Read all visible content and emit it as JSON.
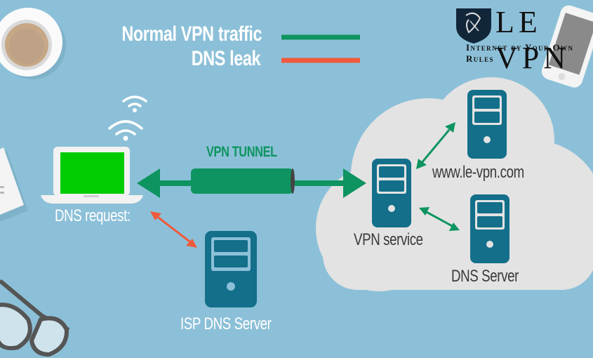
{
  "brand": {
    "name": "LE VPN",
    "tagline": "Internet by Your Own Rules"
  },
  "legend": {
    "items": [
      {
        "label": "Normal VPN traffic",
        "color": "#0e9460"
      },
      {
        "label": "DNS leak",
        "color": "#f05a3c"
      }
    ]
  },
  "nodes": {
    "laptop": {
      "label": "DNS request:",
      "screen_color": "#00cc00"
    },
    "tunnel": {
      "label": "VPN TUNNEL"
    },
    "isp_dns": {
      "label": "ISP DNS Server"
    },
    "vpn_service": {
      "label": "VPN service"
    },
    "website": {
      "label": "www.le-vpn.com"
    },
    "dns_server": {
      "label": "DNS Server"
    }
  },
  "colors": {
    "background": "#8cc0d8",
    "server": "#136f8a",
    "cloud": "#e3e3e3",
    "vpn_green": "#0e9460",
    "leak_red": "#f05a3c"
  }
}
